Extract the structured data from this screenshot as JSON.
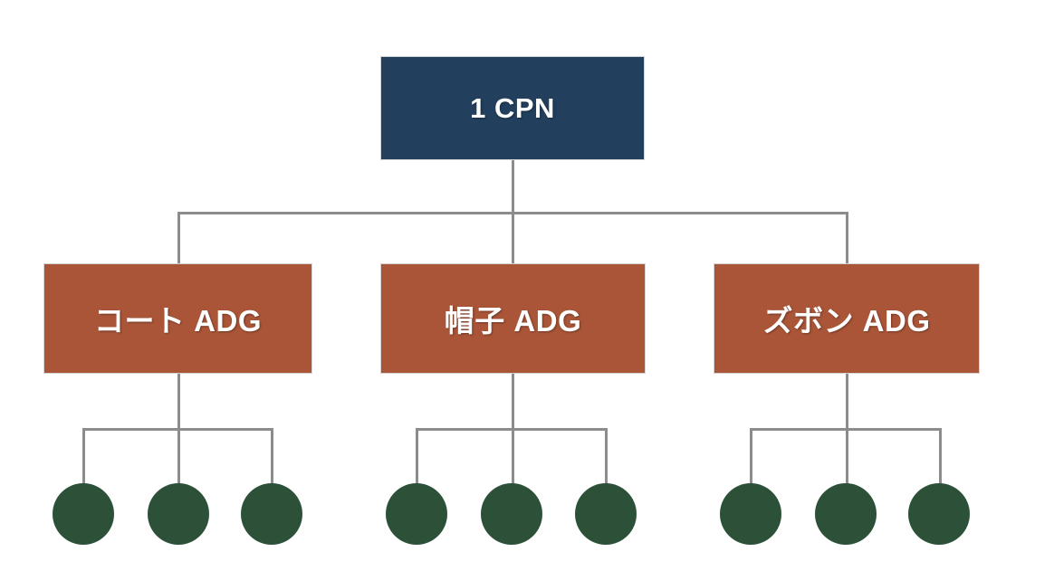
{
  "diagram": {
    "type": "organization-hierarchy-chart",
    "background_color": "#ffffff",
    "connector_color": "#8c8c8c",
    "root": {
      "label": "1 CPN",
      "color": "#22405e",
      "text_color": "#ffffff"
    },
    "groups": [
      {
        "label": "コート ADG",
        "color": "#aa5538",
        "text_color": "#ffffff",
        "leaves": [
          {
            "label": "",
            "color": "#2c5138"
          },
          {
            "label": "",
            "color": "#2c5138"
          },
          {
            "label": "",
            "color": "#2c5138"
          }
        ]
      },
      {
        "label": "帽子 ADG",
        "color": "#aa5538",
        "text_color": "#ffffff",
        "leaves": [
          {
            "label": "",
            "color": "#2c5138"
          },
          {
            "label": "",
            "color": "#2c5138"
          },
          {
            "label": "",
            "color": "#2c5138"
          }
        ]
      },
      {
        "label": "ズボン ADG",
        "color": "#aa5538",
        "text_color": "#ffffff",
        "leaves": [
          {
            "label": "",
            "color": "#2c5138"
          },
          {
            "label": "",
            "color": "#2c5138"
          },
          {
            "label": "",
            "color": "#2c5138"
          }
        ]
      }
    ]
  }
}
